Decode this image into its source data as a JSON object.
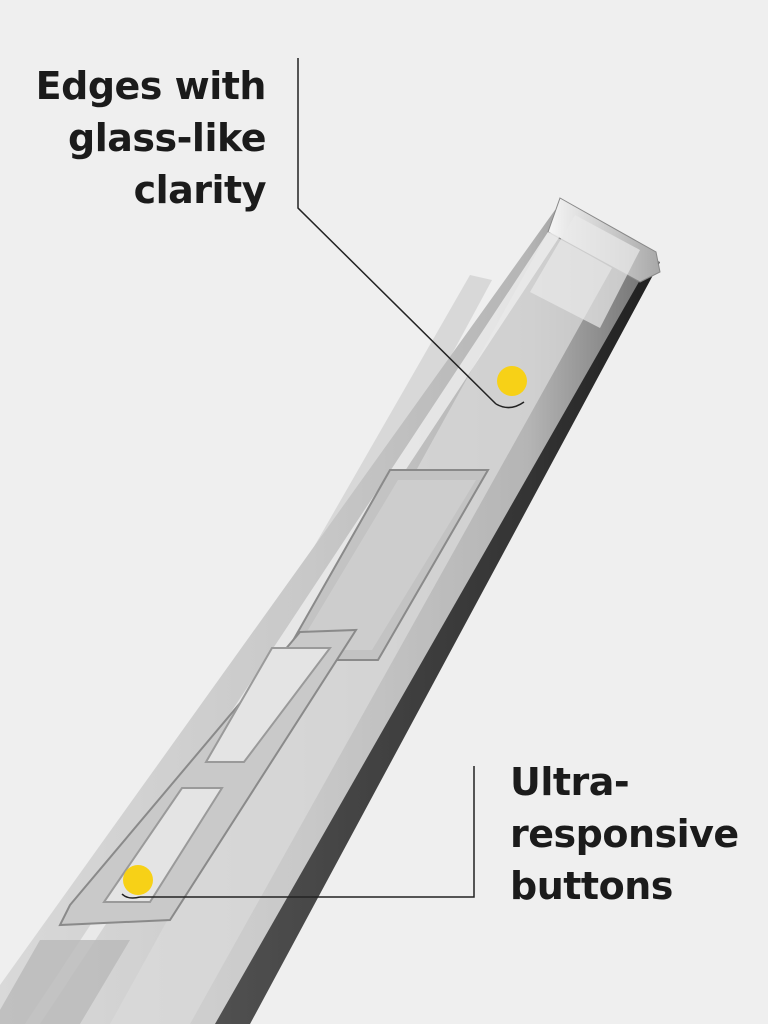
{
  "callouts": [
    {
      "lines": [
        "Edges with",
        "glass-like",
        "clarity"
      ]
    },
    {
      "lines": [
        "Ultra-",
        "responsive",
        "buttons"
      ]
    }
  ],
  "colors": {
    "background": "#efefef",
    "text": "#1b1b1b",
    "marker": "#f7d117",
    "leader_line": "#222222"
  },
  "icons": {
    "marker": "yellow-dot-marker"
  }
}
